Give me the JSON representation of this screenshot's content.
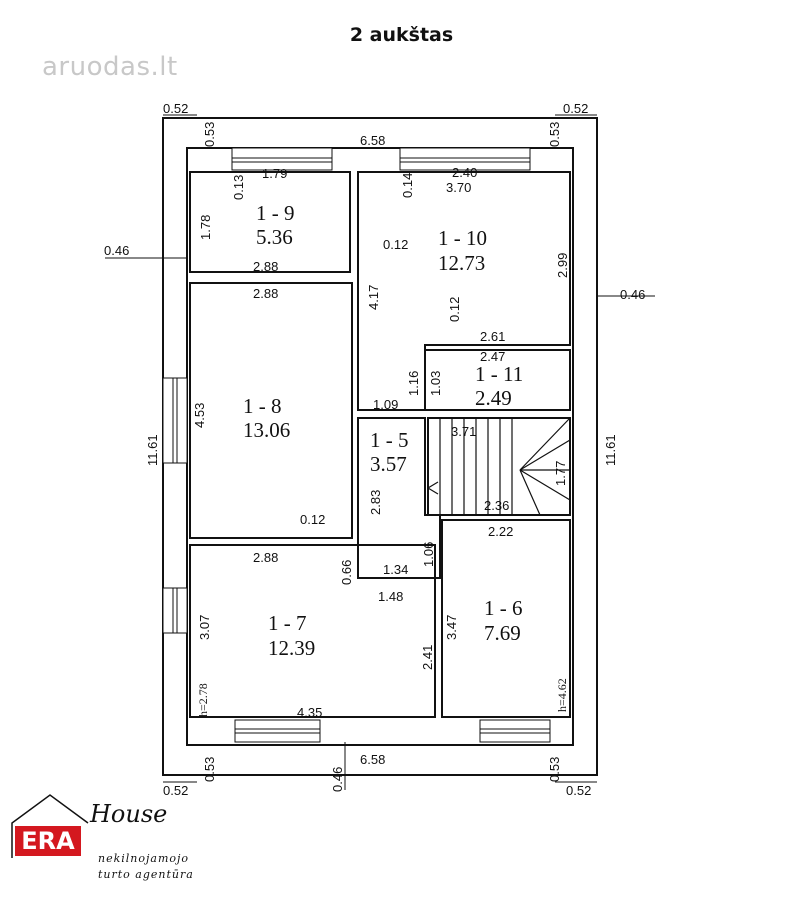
{
  "title": "2 aukštas",
  "watermark": "aruodas.lt",
  "logo": {
    "brand": "ERA",
    "script": "House",
    "line1": "nekilnojamojo",
    "line2": "turto agentūra"
  },
  "rooms": [
    {
      "id": "1 - 9",
      "area": "5.36"
    },
    {
      "id": "1 - 10",
      "area": "12.73"
    },
    {
      "id": "1 - 11",
      "area": "2.49"
    },
    {
      "id": "1 - 8",
      "area": "13.06"
    },
    {
      "id": "1 - 5",
      "area": "3.57"
    },
    {
      "id": "1 - 7",
      "area": "12.39"
    },
    {
      "id": "1 - 6",
      "area": "7.69"
    }
  ],
  "heights": {
    "room7": "h=2.78",
    "room6": "h=4.62"
  },
  "dimensions": {
    "top_left_corner": "0.52",
    "top_right_corner": "0.52",
    "top_left_wall": "0.53",
    "top_right_wall": "0.53",
    "top_total": "6.58",
    "d_1_79": "1.79",
    "d_0_13": "0.13",
    "d_0_14": "0.14",
    "d_2_40": "2.40",
    "d_3_70": "3.70",
    "d_1_78": "1.78",
    "d_2_88_a": "2.88",
    "d_0_12_a": "0.12",
    "left_wall": "0.46",
    "d_2_99": "2.99",
    "right_wall": "0.46",
    "d_4_17": "4.17",
    "d_0_12_b": "0.12",
    "d_2_61": "2.61",
    "d_2_47": "2.47",
    "d_1_16": "1.16",
    "d_1_03": "1.03",
    "d_2_88_b": "2.88",
    "d_4_53": "4.53",
    "left_total": "11.61",
    "right_total": "11.61",
    "d_1_09": "1.09",
    "d_3_71": "3.71",
    "d_1_77": "1.77",
    "d_2_83": "2.83",
    "d_2_36": "2.36",
    "d_0_12_c": "0.12",
    "d_2_22": "2.22",
    "d_1_06": "1.06",
    "d_2_88_c": "2.88",
    "d_0_66": "0.66",
    "d_1_34": "1.34",
    "d_1_48": "1.48",
    "d_3_07": "3.07",
    "d_2_41": "2.41",
    "d_3_47": "3.47",
    "d_4_35": "4.35",
    "bottom_total": "6.58",
    "bottom_left_wall": "0.53",
    "bottom_right_wall": "0.53",
    "bottom_left_corner": "0.52",
    "bottom_right_corner": "0.52",
    "bottom_wall": "0.46"
  }
}
